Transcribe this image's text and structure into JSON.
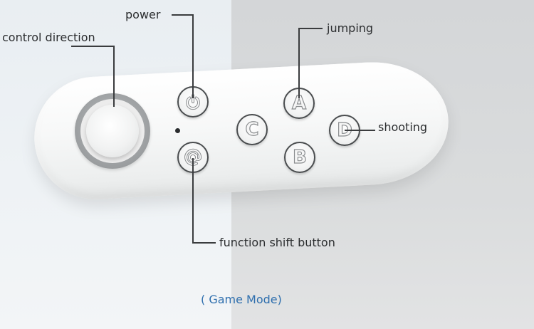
{
  "labels": {
    "control_direction": "control direction",
    "power": "power",
    "jumping": "jumping",
    "shooting": "shooting",
    "function_shift": "function shift button"
  },
  "buttons": {
    "a": "A",
    "b": "B",
    "c": "C",
    "d": "D",
    "power_icon": "power-icon",
    "function_icon": "at-sign-icon"
  },
  "caption": "( Game Mode)",
  "colors": {
    "caption": "#2f6fae",
    "button_outline": "#4a4d4f",
    "joystick_ring": "#9fa2a4"
  }
}
